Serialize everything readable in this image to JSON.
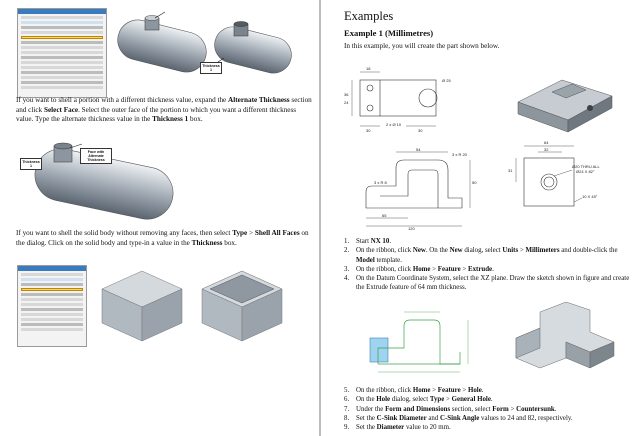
{
  "left_page": {
    "paragraph1": {
      "t1": "If you want to shell a portion with a different thickness value, expand the ",
      "b1": "Alternate Thickness",
      "t2": " section and click ",
      "b2": "Select Face",
      "t3": ". Select the outer face of the portion to which you want a different thickness value. Type the alternate thickness value in the ",
      "b3": "Thickness 1",
      "t4": " box."
    },
    "callout_thickness1": "Thickness 1",
    "callout_face": "Face with Alternate Thickness",
    "paragraph2": {
      "t1": "If you want to shell the solid body without removing any faces, then select ",
      "b1": "Type",
      "t2": " > ",
      "b2": "Shell All Faces",
      "t3": " on the dialog. Click on the solid body and type-in a value in the ",
      "b3": "Thickness",
      "t4": " box."
    }
  },
  "right_page": {
    "heading": "Examples",
    "subheading": "Example 1 (Millimetres)",
    "intro": "In this example, you will create the part shown below.",
    "drawing1_dims": [
      "18",
      "Ø 25",
      "36",
      "24",
      "30",
      "2 x Ø 10",
      "30"
    ],
    "drawing2_dims": [
      "54",
      "3 x R 20",
      "3 x R 8",
      "50",
      "65",
      "120"
    ],
    "drawing3_dims": [
      "64",
      "32",
      "31",
      "Ø20 THRU ALL",
      "Ø24 X 82°",
      "10 X 45°"
    ],
    "steps_a": [
      {
        "n": "1.",
        "parts": [
          {
            "t": "Start "
          },
          {
            "b": "NX 10"
          },
          {
            "t": "."
          }
        ]
      },
      {
        "n": "2.",
        "parts": [
          {
            "t": "On the ribbon, click "
          },
          {
            "b": "New"
          },
          {
            "t": ". On the "
          },
          {
            "b": "New"
          },
          {
            "t": " dialog, select "
          },
          {
            "b": "Units"
          },
          {
            "t": " > "
          },
          {
            "b": "Millimeters"
          },
          {
            "t": " and double-click the "
          },
          {
            "b": "Model"
          },
          {
            "t": " template."
          }
        ]
      },
      {
        "n": "3.",
        "parts": [
          {
            "t": "On the ribbon, click "
          },
          {
            "b": "Home"
          },
          {
            "t": " > "
          },
          {
            "b": "Feature"
          },
          {
            "t": " > "
          },
          {
            "b": "Extrude"
          },
          {
            "t": "."
          }
        ]
      },
      {
        "n": "4.",
        "parts": [
          {
            "t": "On the Datum Coordinate System, select the XZ plane. Draw the sketch shown in figure and create the Extrude feature of 64 mm thickness."
          }
        ]
      }
    ],
    "steps_b": [
      {
        "n": "5.",
        "parts": [
          {
            "t": "On the ribbon, click "
          },
          {
            "b": "Home"
          },
          {
            "t": " > "
          },
          {
            "b": "Feature"
          },
          {
            "t": " > "
          },
          {
            "b": "Hole"
          },
          {
            "t": "."
          }
        ]
      },
      {
        "n": "6.",
        "parts": [
          {
            "t": "On the "
          },
          {
            "b": "Hole"
          },
          {
            "t": " dialog, select "
          },
          {
            "b": "Type"
          },
          {
            "t": " > "
          },
          {
            "b": "General Hole"
          },
          {
            "t": "."
          }
        ]
      },
      {
        "n": "7.",
        "parts": [
          {
            "t": "Under the "
          },
          {
            "b": "Form and Dimensions"
          },
          {
            "t": " section, select "
          },
          {
            "b": "Form"
          },
          {
            "t": " > "
          },
          {
            "b": "Countersunk"
          },
          {
            "t": "."
          }
        ]
      },
      {
        "n": "8.",
        "parts": [
          {
            "t": "Set the "
          },
          {
            "b": "C-Sink Diameter"
          },
          {
            "t": " and "
          },
          {
            "b": "C-Sink Angle"
          },
          {
            "t": " values to 24 and 82, respectively."
          }
        ]
      },
      {
        "n": "9.",
        "parts": [
          {
            "t": "Set the "
          },
          {
            "b": "Diameter"
          },
          {
            "t": " value to 20 mm."
          }
        ]
      }
    ]
  },
  "colors": {
    "dialog_title": "#3a7bbf",
    "selection": "#ffd36a",
    "sketch_green": "#3aa04a"
  }
}
